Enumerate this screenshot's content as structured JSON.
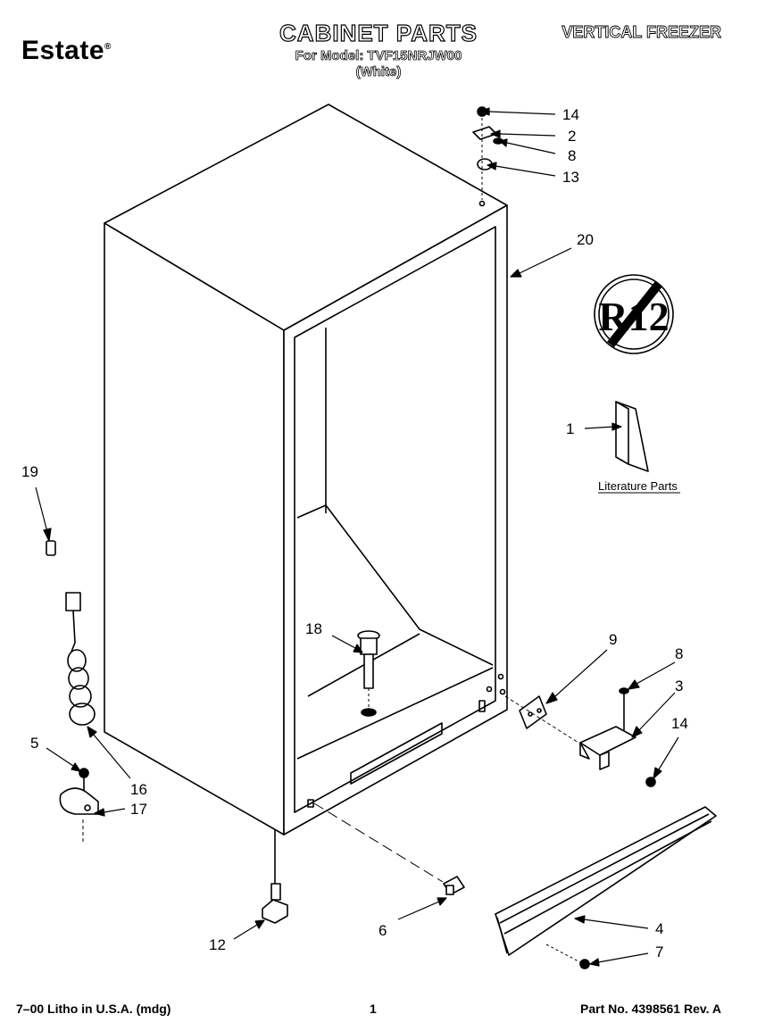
{
  "header": {
    "brand": "Estate",
    "title": "CABINET PARTS",
    "model_line": "For Model: TVF15NRJW00",
    "color_line": "(White)",
    "category": "VERTICAL FREEZER"
  },
  "callouts": {
    "c14a": "14",
    "c2": "2",
    "c8a": "8",
    "c13": "13",
    "c20": "20",
    "c1": "1",
    "c19": "19",
    "c18": "18",
    "c9": "9",
    "c8b": "8",
    "c3": "3",
    "c14b": "14",
    "c5": "5",
    "c16": "16",
    "c17": "17",
    "c12": "12",
    "c6": "6",
    "c4": "4",
    "c7": "7"
  },
  "literature_label": "Literature Parts",
  "badge_text": "R12",
  "footer": {
    "left": "7–00 Litho in U.S.A. (mdg)",
    "page": "1",
    "part_no": "Part No. 4398561 Rev. A"
  }
}
